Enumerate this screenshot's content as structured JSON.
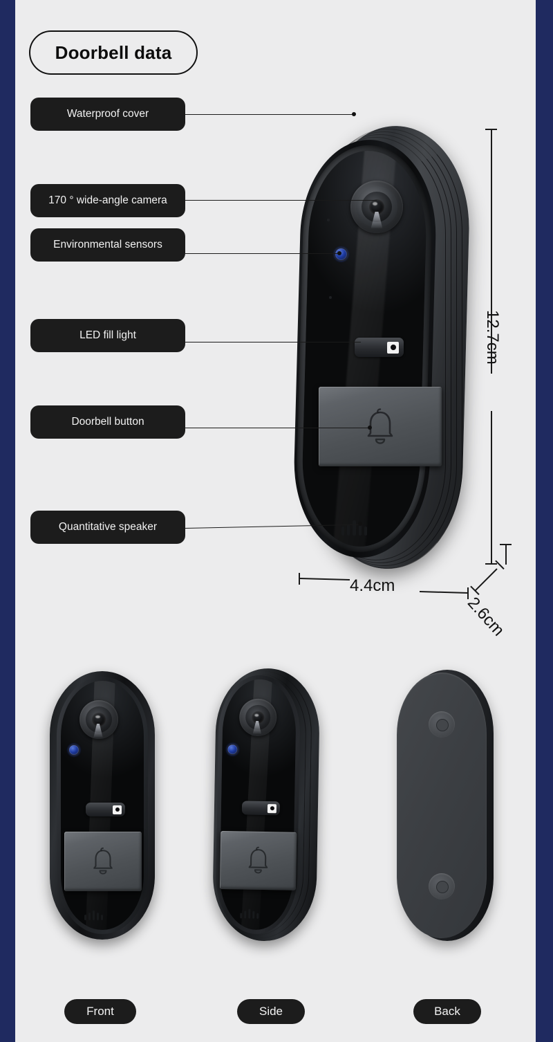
{
  "page": {
    "title": "Doorbell data",
    "border_color": "#1f2a60",
    "background_color": "#ececed"
  },
  "features": [
    {
      "id": "waterproof-cover",
      "label": "Waterproof cover"
    },
    {
      "id": "wide-angle-camera",
      "label": "170 ° wide-angle camera"
    },
    {
      "id": "environmental-sensors",
      "label": "Environmental sensors"
    },
    {
      "id": "led-fill-light",
      "label": "LED fill light"
    },
    {
      "id": "doorbell-button",
      "label": "Doorbell button"
    },
    {
      "id": "quantitative-speaker",
      "label": "Quantitative speaker"
    }
  ],
  "dimensions": {
    "height": "12.7cm",
    "width": "4.4cm",
    "depth": "2.6cm"
  },
  "views": [
    {
      "id": "front",
      "label": "Front"
    },
    {
      "id": "side",
      "label": "Side"
    },
    {
      "id": "back",
      "label": "Back"
    }
  ]
}
